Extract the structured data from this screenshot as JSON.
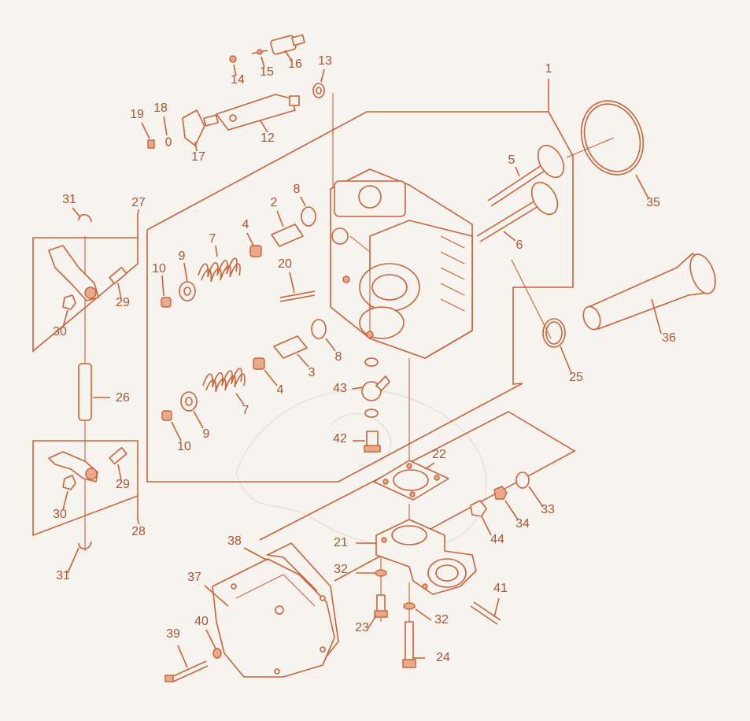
{
  "diagram": {
    "type": "exploded-parts-diagram",
    "accent_color": "#c8643a",
    "background_color": "#f7f3ef",
    "callouts": [
      {
        "id": "1",
        "label": "1"
      },
      {
        "id": "2",
        "label": "2"
      },
      {
        "id": "3",
        "label": "3"
      },
      {
        "id": "4a",
        "label": "4"
      },
      {
        "id": "4b",
        "label": "4"
      },
      {
        "id": "5",
        "label": "5"
      },
      {
        "id": "6",
        "label": "6"
      },
      {
        "id": "7a",
        "label": "7"
      },
      {
        "id": "7b",
        "label": "7"
      },
      {
        "id": "8a",
        "label": "8"
      },
      {
        "id": "8b",
        "label": "8"
      },
      {
        "id": "9a",
        "label": "9"
      },
      {
        "id": "9b",
        "label": "9"
      },
      {
        "id": "10a",
        "label": "10"
      },
      {
        "id": "10b",
        "label": "10"
      },
      {
        "id": "12",
        "label": "12"
      },
      {
        "id": "13",
        "label": "13"
      },
      {
        "id": "14",
        "label": "14"
      },
      {
        "id": "15",
        "label": "15"
      },
      {
        "id": "16",
        "label": "16"
      },
      {
        "id": "17",
        "label": "17"
      },
      {
        "id": "18",
        "label": "18"
      },
      {
        "id": "19",
        "label": "19"
      },
      {
        "id": "20",
        "label": "20"
      },
      {
        "id": "21",
        "label": "21"
      },
      {
        "id": "22",
        "label": "22"
      },
      {
        "id": "23",
        "label": "23"
      },
      {
        "id": "24",
        "label": "24"
      },
      {
        "id": "25",
        "label": "25"
      },
      {
        "id": "26",
        "label": "26"
      },
      {
        "id": "27",
        "label": "27"
      },
      {
        "id": "28",
        "label": "28"
      },
      {
        "id": "29a",
        "label": "29"
      },
      {
        "id": "29b",
        "label": "29"
      },
      {
        "id": "30a",
        "label": "30"
      },
      {
        "id": "30b",
        "label": "30"
      },
      {
        "id": "31a",
        "label": "31"
      },
      {
        "id": "31b",
        "label": "31"
      },
      {
        "id": "32a",
        "label": "32"
      },
      {
        "id": "32b",
        "label": "32"
      },
      {
        "id": "33",
        "label": "33"
      },
      {
        "id": "34",
        "label": "34"
      },
      {
        "id": "35",
        "label": "35"
      },
      {
        "id": "36",
        "label": "36"
      },
      {
        "id": "37",
        "label": "37"
      },
      {
        "id": "38",
        "label": "38"
      },
      {
        "id": "39",
        "label": "39"
      },
      {
        "id": "40",
        "label": "40"
      },
      {
        "id": "41",
        "label": "41"
      },
      {
        "id": "42",
        "label": "42"
      },
      {
        "id": "43",
        "label": "43"
      },
      {
        "id": "44",
        "label": "44"
      }
    ]
  }
}
